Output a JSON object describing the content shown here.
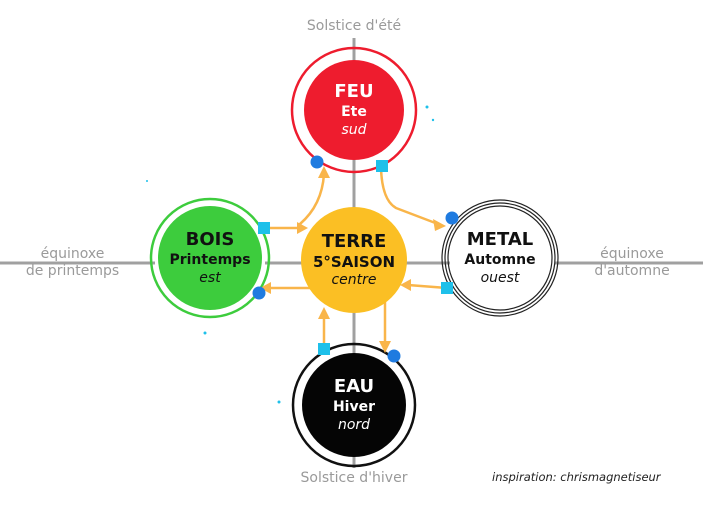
{
  "axes": {
    "top": "Solstice d'été",
    "bottom": "Solstice d'hiver",
    "left_line1": "équinoxe",
    "left_line2": "de printemps",
    "right_line1": "équinoxe",
    "right_line2": "d'automne"
  },
  "elements": {
    "feu": {
      "name": "FEU",
      "season": "Ete",
      "direction": "sud",
      "color": "#ee1c2e",
      "text_color": "#ffffff"
    },
    "bois": {
      "name": "BOIS",
      "season": "Printemps",
      "direction": "est",
      "color": "#3dcc3d",
      "text_color": "#111111"
    },
    "terre": {
      "name": "TERRE",
      "season": "5°SAISON",
      "direction": "centre",
      "color": "#fbbf24",
      "text_color": "#111111"
    },
    "metal": {
      "name": "METAL",
      "season": "Automne",
      "direction": "ouest",
      "color": "#ffffff",
      "text_color": "#111111"
    },
    "eau": {
      "name": "EAU",
      "season": "Hiver",
      "direction": "nord",
      "color": "#050505",
      "text_color": "#ffffff"
    }
  },
  "colors": {
    "axis": "#a0a0a0",
    "arrow": "#f9b54a",
    "dot_blue": "#1f7be0",
    "square_cyan": "#1ec0ea"
  },
  "credit": "inspiration: chrismagnetiseur"
}
